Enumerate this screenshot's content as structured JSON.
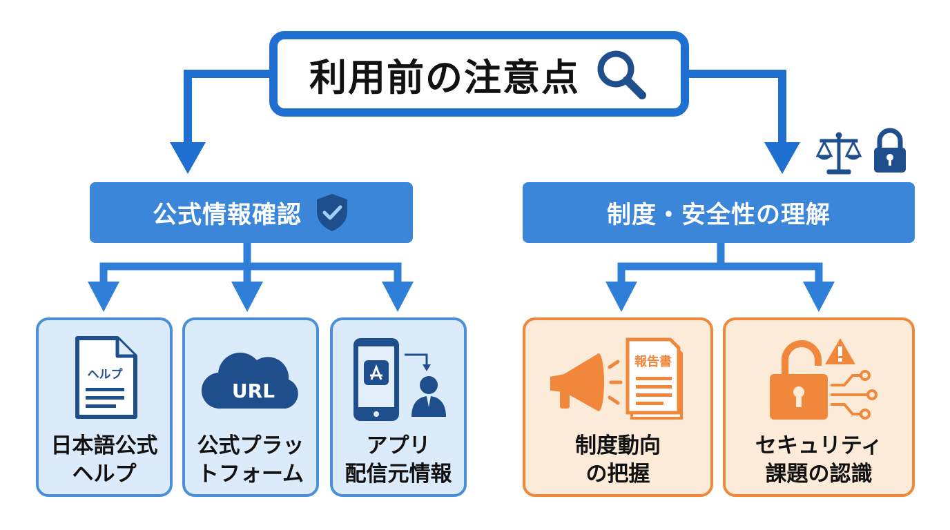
{
  "root": {
    "title": "利用前の注意点",
    "icon": "search-icon"
  },
  "categories": [
    {
      "title": "公式情報確認",
      "icon": "shield-check-icon"
    },
    {
      "title": "制度・安全性の理解",
      "icons": [
        "scale-icon",
        "lock-icon"
      ]
    }
  ],
  "cards": [
    {
      "lines": [
        "日本語公式",
        "ヘルプ"
      ],
      "icon": "document-icon",
      "icon_text": "ヘルプ"
    },
    {
      "lines": [
        "公式プラッ",
        "トフォーム"
      ],
      "icon": "cloud-icon",
      "icon_text": "URL"
    },
    {
      "lines": [
        "アプリ",
        "配信元情報"
      ],
      "icon": "phone-app-publisher-icon"
    },
    {
      "lines": [
        "制度動向",
        "の把握"
      ],
      "icon": "megaphone-report-icon",
      "icon_text": "報告書"
    },
    {
      "lines": [
        "セキュリティ",
        "課題の認識"
      ],
      "icon": "unlocked-warning-icon"
    }
  ],
  "colors": {
    "blue_primary": "#1f6fd1",
    "blue_category": "#3b86d8",
    "blue_card": "#dcebfa",
    "orange": "#f0873a",
    "orange_card": "#fcebd9",
    "navy_icon": "#1f4e8c"
  }
}
